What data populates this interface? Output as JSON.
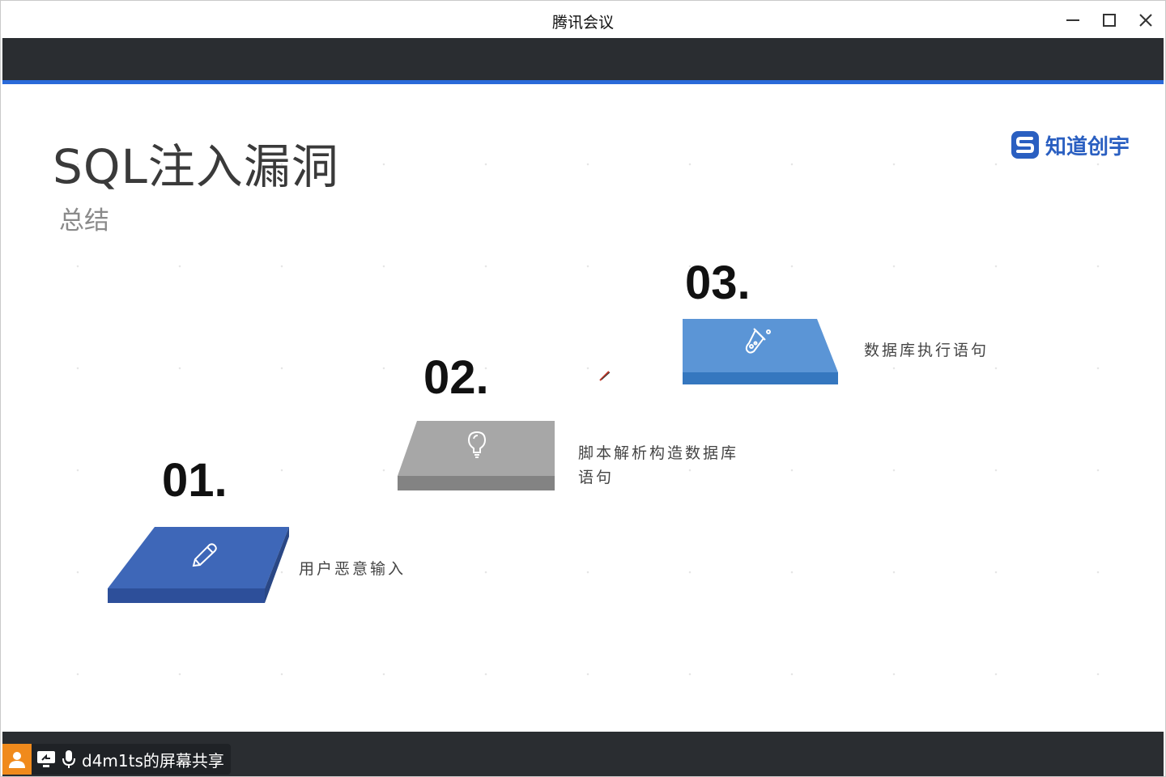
{
  "window": {
    "title": "腾讯会议",
    "controls": {
      "minimize_icon": "minimize-icon",
      "maximize_icon": "maximize-icon",
      "close_icon": "close-icon"
    }
  },
  "slide": {
    "title": "SQL注入漏洞",
    "subtitle": "总结",
    "brand": {
      "logo_icon": "zhidao-chuangyu-logo",
      "name": "知道创宇"
    },
    "steps": [
      {
        "number": "01.",
        "label_lines": [
          "用户恶意输入"
        ],
        "icon": "pencil-icon",
        "color": "#3e67b8"
      },
      {
        "number": "02.",
        "label_lines": [
          "脚本解析构造数据库",
          "语句"
        ],
        "icon": "lightbulb-icon",
        "color": "#a7a7a7"
      },
      {
        "number": "03.",
        "label_lines": [
          "数据库执行语句"
        ],
        "icon": "flask-icon",
        "color": "#5b95d6"
      }
    ]
  },
  "share_bar": {
    "user_icon": "person-icon",
    "screen_icon": "screen-share-icon",
    "mic_icon": "microphone-icon",
    "text": "d4m1ts的屏幕共享"
  },
  "colors": {
    "accent_blue": "#2a6ad9",
    "dark_band": "#2a2d31",
    "brand_blue": "#2a5fc1",
    "user_orange": "#f08a1c"
  }
}
